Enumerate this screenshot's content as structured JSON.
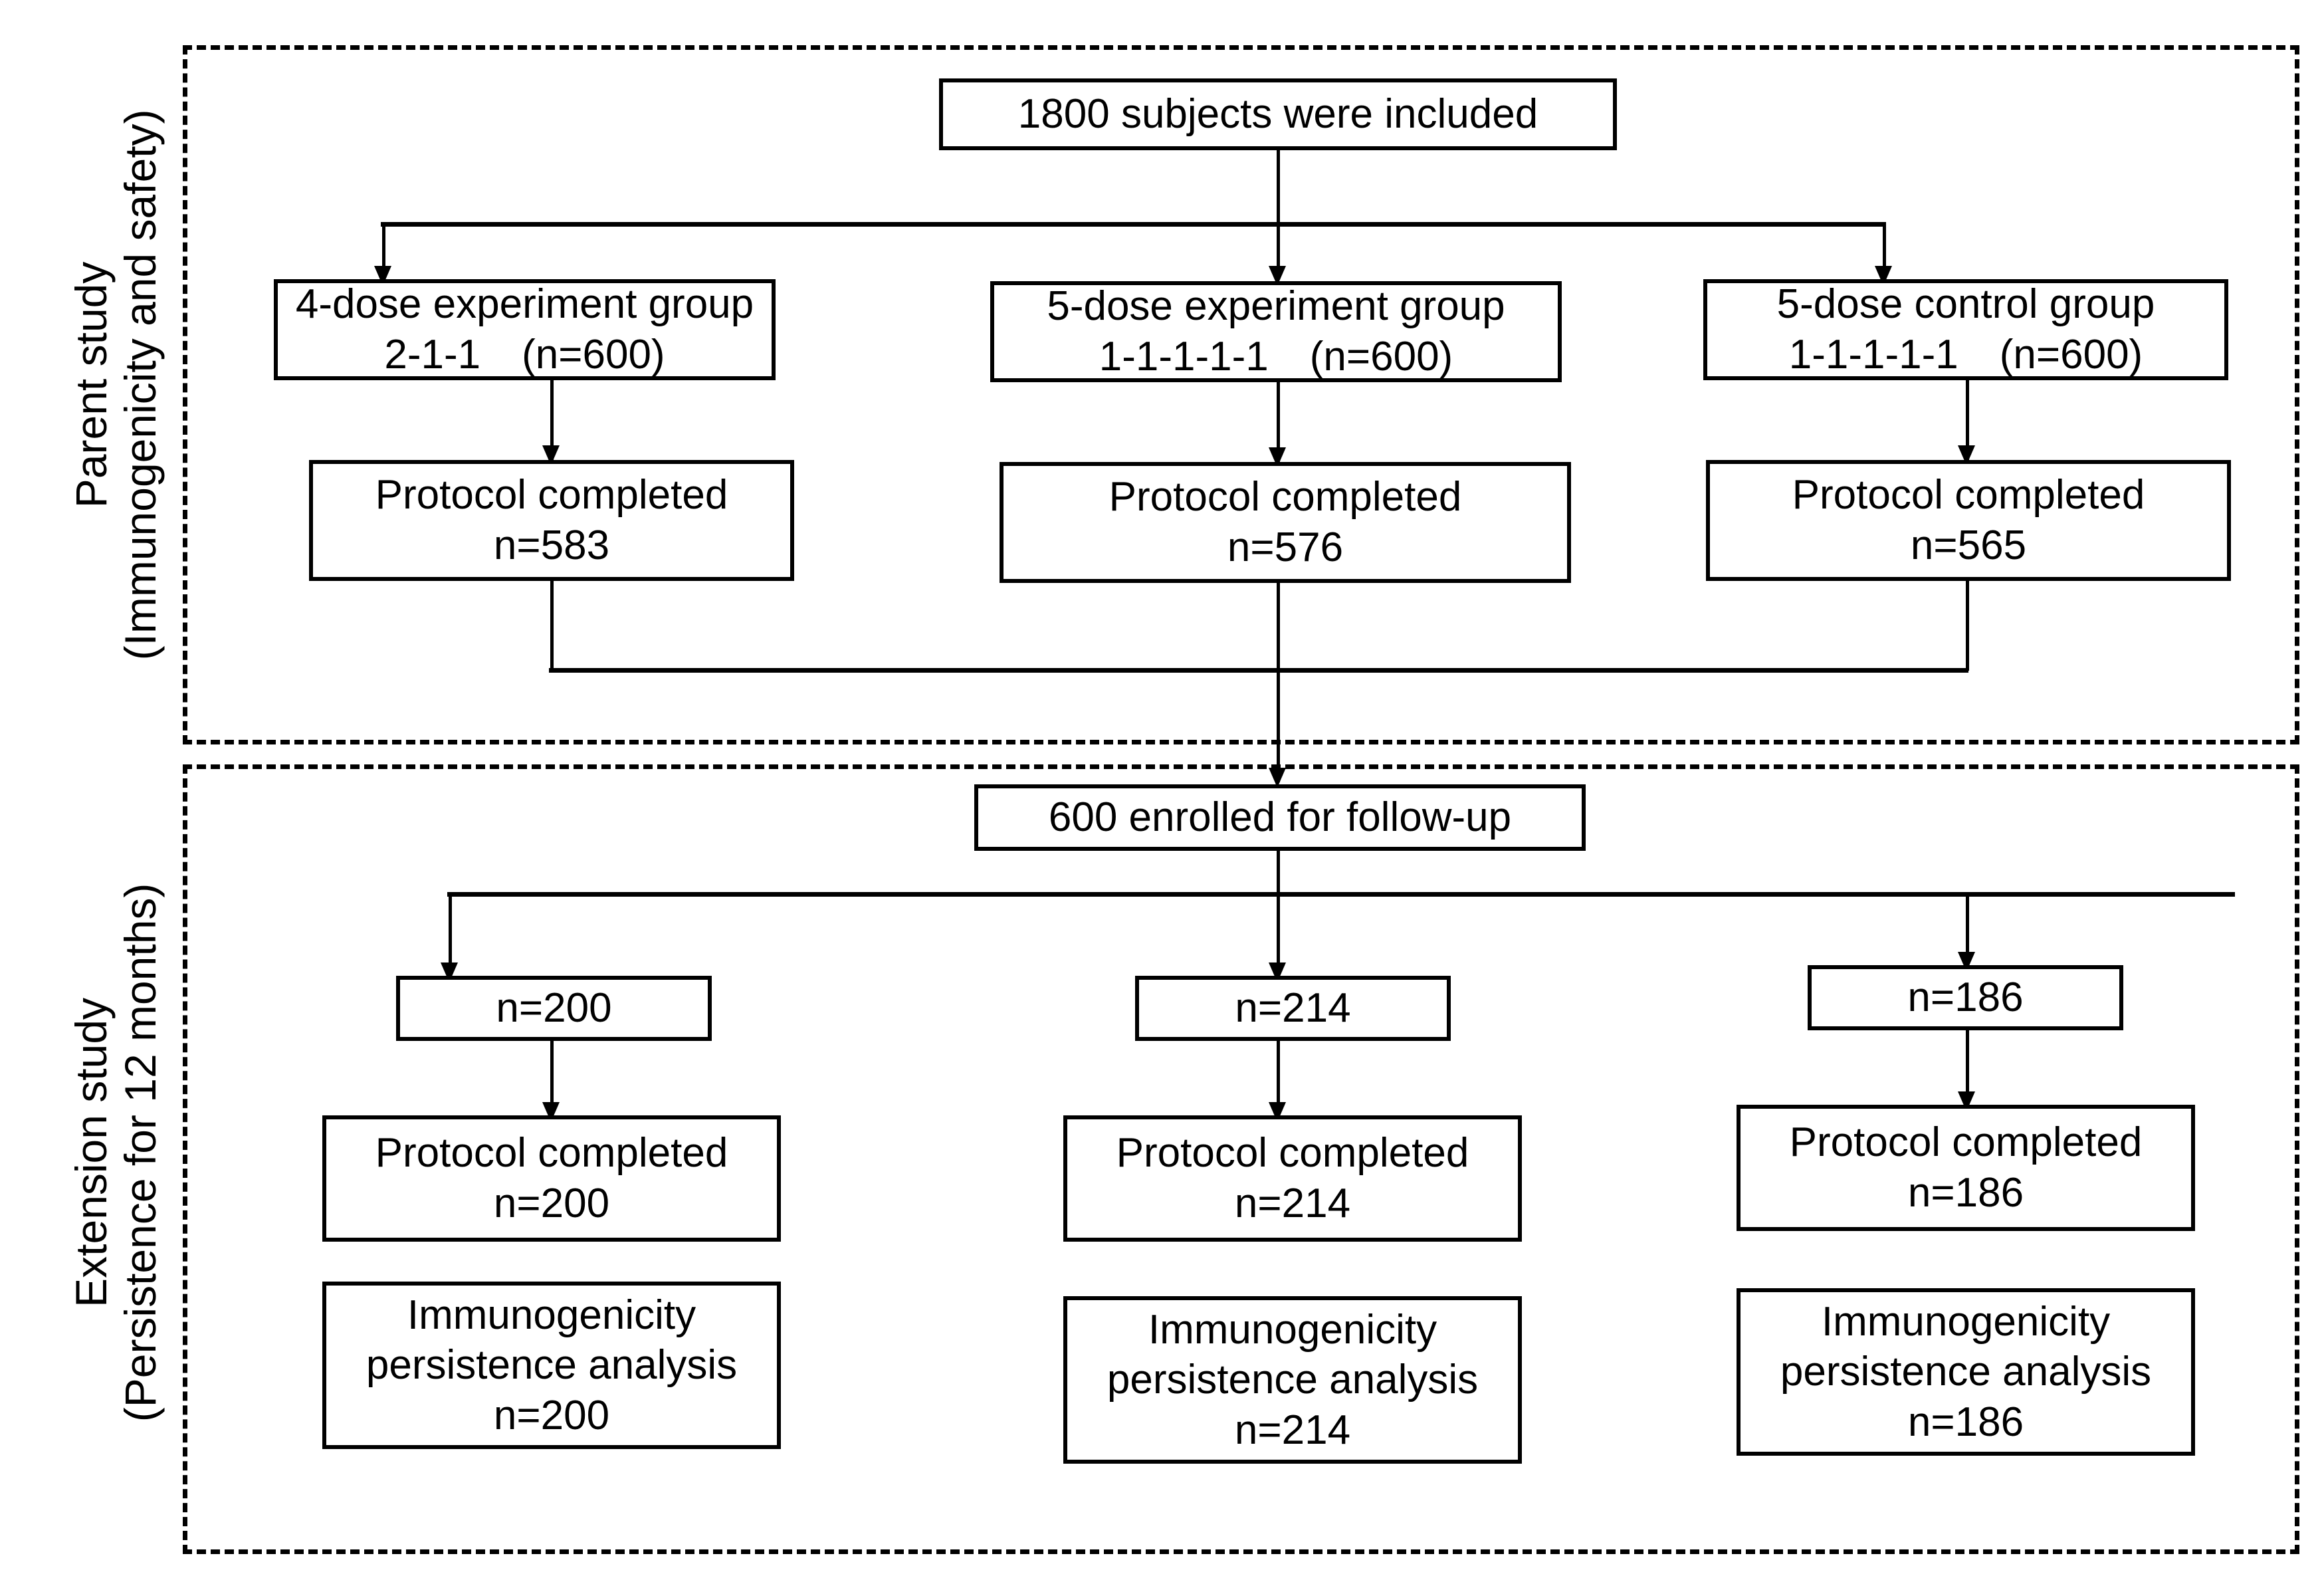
{
  "sections": [
    {
      "id": "parent",
      "label_line1": "Parent study",
      "label_line2": "(Immunogenicity and safety)"
    },
    {
      "id": "extension",
      "label_line1": "Extension study",
      "label_line2": "(Persistence for 12 months)"
    }
  ],
  "parent_study": {
    "enrollment": {
      "text": "1800 subjects were included"
    },
    "groups": [
      {
        "name_line1": "4-dose experiment group",
        "name_line2": "2-1-1　(n=600)",
        "completed_line1": "Protocol completed",
        "completed_line2": "n=583"
      },
      {
        "name_line1": "5-dose experiment group",
        "name_line2": "1-1-1-1-1　(n=600)",
        "completed_line1": "Protocol completed",
        "completed_line2": "n=576"
      },
      {
        "name_line1": "5-dose control group",
        "name_line2": "1-1-1-1-1　(n=600)",
        "completed_line1": "Protocol completed",
        "completed_line2": "n=565"
      }
    ]
  },
  "extension_study": {
    "enrollment": {
      "text": "600 enrolled for follow-up"
    },
    "arms": [
      {
        "allocation": "n=200",
        "completed_line1": "Protocol completed",
        "completed_line2": "n=200",
        "analysis_line1": "Immunogenicity",
        "analysis_line2": "persistence analysis",
        "analysis_line3": "n=200"
      },
      {
        "allocation": "n=214",
        "completed_line1": "Protocol completed",
        "completed_line2": "n=214",
        "analysis_line1": "Immunogenicity",
        "analysis_line2": "persistence analysis",
        "analysis_line3": "n=214"
      },
      {
        "allocation": "n=186",
        "completed_line1": "Protocol completed",
        "completed_line2": "n=186",
        "analysis_line1": "Immunogenicity",
        "analysis_line2": "persistence analysis",
        "analysis_line3": "n=186"
      }
    ]
  },
  "colors": {
    "stroke": "#000000",
    "background": "#ffffff"
  }
}
